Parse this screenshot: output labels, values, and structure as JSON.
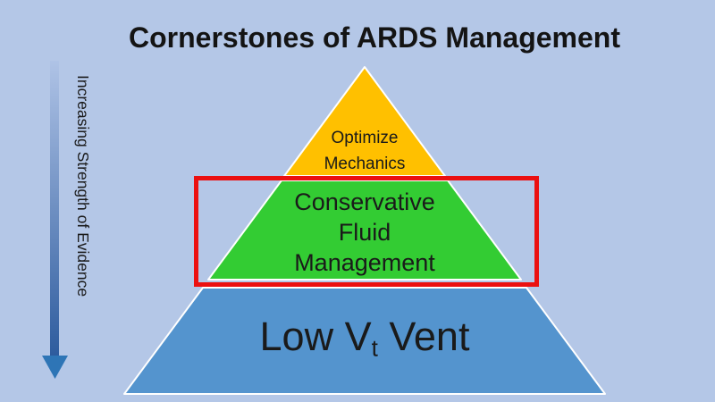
{
  "title": "Cornerstones of ARDS Management",
  "evidence_arrow": {
    "label": "Increasing Strength of Evidence",
    "gradient_top": "#AFC3E6",
    "gradient_bottom": "#2E5C9E",
    "head_color": "#2E75B6"
  },
  "pyramid": {
    "outline_color": "#FFFFFF",
    "tiers": [
      {
        "name": "optimize-mechanics",
        "lines": [
          "Optimize",
          "Mechanics"
        ],
        "color": "#FFC000"
      },
      {
        "name": "conservative-fluid-management",
        "lines": [
          "Conservative",
          "Fluid",
          "Management"
        ],
        "color": "#33CC33",
        "highlighted": true
      },
      {
        "name": "low-vt-vent",
        "label": {
          "prefix": "Low V",
          "sub": "t",
          "suffix": " Vent"
        },
        "color": "#5494CE"
      }
    ]
  },
  "highlight_box": {
    "color": "#EB1010"
  },
  "colors": {
    "background": "#B4C7E7",
    "text": "#1A1A1A"
  }
}
